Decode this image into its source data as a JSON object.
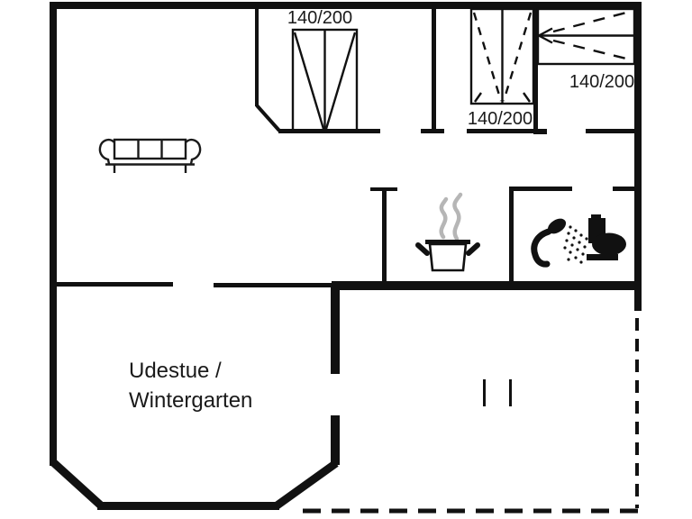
{
  "plan": {
    "title": "holiday-home floor plan",
    "room_label": {
      "line1": "Udestue /",
      "line2": "Wintergarten"
    },
    "bed_labels": {
      "bed1": "140/200",
      "bed2": "140/200",
      "bed3": "140/200"
    }
  },
  "icons": {
    "sofa": "sofa-icon",
    "bed1": "double-bed-icon",
    "bed2": "double-bed-icon",
    "bed3": "double-bed-icon",
    "pot": "cooking-pot-icon",
    "steam": "steam-icon",
    "shower": "shower-icon",
    "toilet": "toilet-icon"
  },
  "colors": {
    "wall": "#111111",
    "text": "#1a1a1a",
    "steam": "#b6b6b6",
    "background": "#ffffff"
  }
}
